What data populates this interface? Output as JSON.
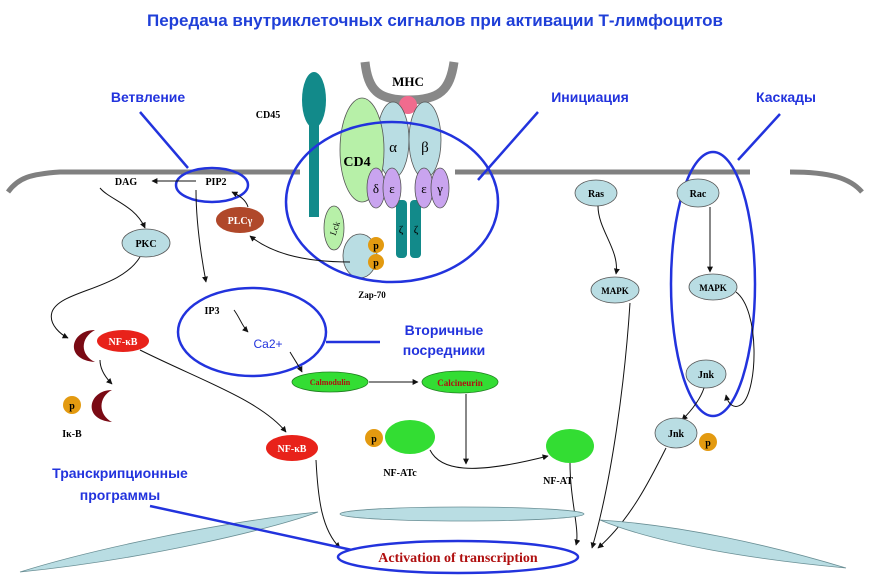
{
  "title": "Передача внутриклеточных сигналов при активации Т-лимфоцитов",
  "annotations": {
    "branching": "Ветвление",
    "initiation": "Инициация",
    "cascades": "Каскады",
    "secondary_line1": "Вторичные",
    "secondary_line2": "посредники",
    "transcription_line1": "Транскрипционные",
    "transcription_line2": "программы"
  },
  "receptor": {
    "mhc": "MHC",
    "cd45": "CD45",
    "cd4": "CD4",
    "alpha": "α",
    "beta": "β",
    "delta": "δ",
    "epsilon_left": "ε",
    "epsilon_right": "ε",
    "gamma": "γ",
    "zeta_left": "ζ",
    "zeta_right": "ζ",
    "lck": "Lck",
    "zap70": "Zap-70",
    "phospho": "p"
  },
  "molecules": {
    "dag": "DAG",
    "pip2": "PIP2",
    "plcg": "PLCγ",
    "pkc": "PKC",
    "nfkb_cyto": "NF-κB",
    "ikb": "Iκ-B",
    "ip3": "IP3",
    "ca": "Ca2+",
    "calmodulin": "Calmodulin",
    "calcineurin": "Calcineurin",
    "nfkb_nuc": "NF-κB",
    "nfatc": "NF-ATc",
    "nfat": "NF-AT",
    "ras": "Ras",
    "mapk_ras": "MAPK",
    "rac": "Rac",
    "mapk_rac": "MAPK",
    "jnk_top": "Jnk",
    "jnk_bottom": "Jnk",
    "transcription": "Activation of transcription"
  },
  "colors": {
    "title": "#1f3fd8",
    "annotation": "#2233dd",
    "membrane": "#808080",
    "light_blue": "#b9dde3",
    "teal": "#128a8a",
    "green_light": "#b7f0a8",
    "purple": "#c9a4ef",
    "brown": "#b0482a",
    "orange": "#e39a10",
    "red": "#e8221a",
    "green": "#33dd33",
    "maroon": "#7a0a14",
    "pink": "#f06b8e",
    "dark_red_text": "#b01010"
  }
}
